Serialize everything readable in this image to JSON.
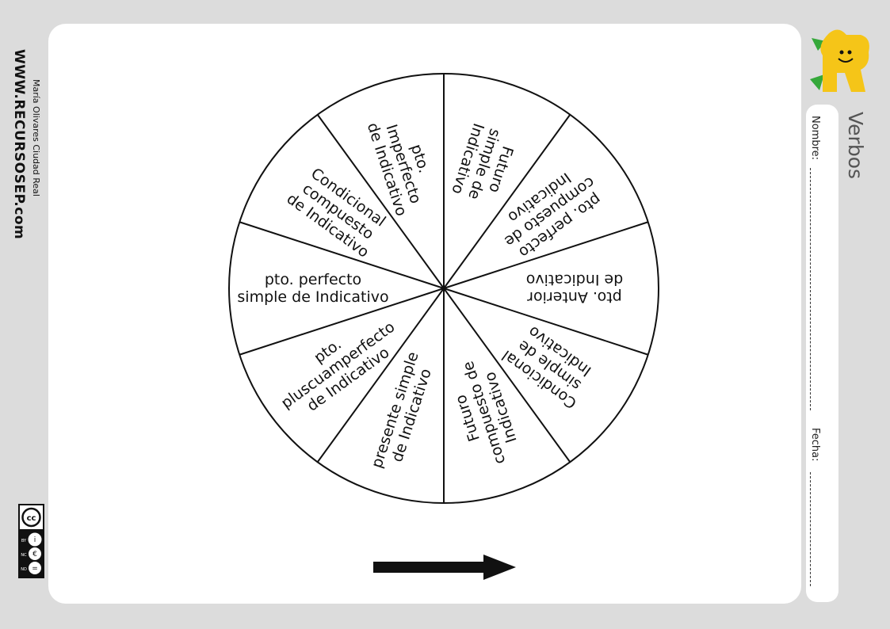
{
  "sidebar": {
    "site": "WWW.RECURSOSEP.com",
    "author": "María Olivares Ciudad Real"
  },
  "worksheet": {
    "title": "Verbos",
    "nombre_label": "Nombre:",
    "fecha_label": "Fecha:"
  },
  "wheel": {
    "segments": [
      {
        "lines": [
          "Futuro",
          "simple de",
          "Indicativo"
        ]
      },
      {
        "lines": [
          "pto. perfecto",
          "compuesto de",
          "Indicativo"
        ]
      },
      {
        "lines": [
          "pto. Anterior",
          "de Indicativo"
        ]
      },
      {
        "lines": [
          "Condicional",
          "simple de",
          "Indicativo"
        ]
      },
      {
        "lines": [
          "Futuro",
          "compuesto de",
          "Indicativo"
        ]
      },
      {
        "lines": [
          "presente simple",
          "de Indicativo"
        ]
      },
      {
        "lines": [
          "pto.",
          "pluscuamperfecto",
          "de Indicativo"
        ]
      },
      {
        "lines": [
          "pto. perfecto",
          "simple de Indicativo"
        ]
      },
      {
        "lines": [
          "Condicional",
          "compuesto",
          "de Indicativo"
        ]
      },
      {
        "lines": [
          "pto.",
          "Imperfecto",
          "de Indicativo"
        ]
      }
    ]
  },
  "license": {
    "badge_labels": [
      "BY",
      "NC",
      "ND"
    ]
  },
  "colors": {
    "background": "#dcdcdc",
    "card": "#ffffff",
    "logo_yellow": "#f5c518",
    "logo_green": "#35a83a"
  }
}
